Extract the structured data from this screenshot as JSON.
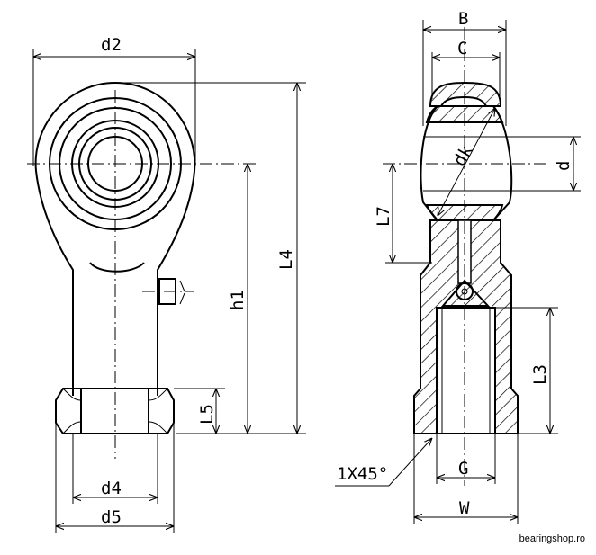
{
  "labels": {
    "d2": "d2",
    "L4": "L4",
    "h1": "h1",
    "L5": "L5",
    "d4": "d4",
    "d5": "d5",
    "B": "B",
    "C": "C",
    "dk": "dk",
    "d": "d",
    "L7": "L7",
    "L3": "L3",
    "G": "G",
    "W": "W",
    "chamfer": "1X45°"
  },
  "watermark": "bearingshop.ro"
}
